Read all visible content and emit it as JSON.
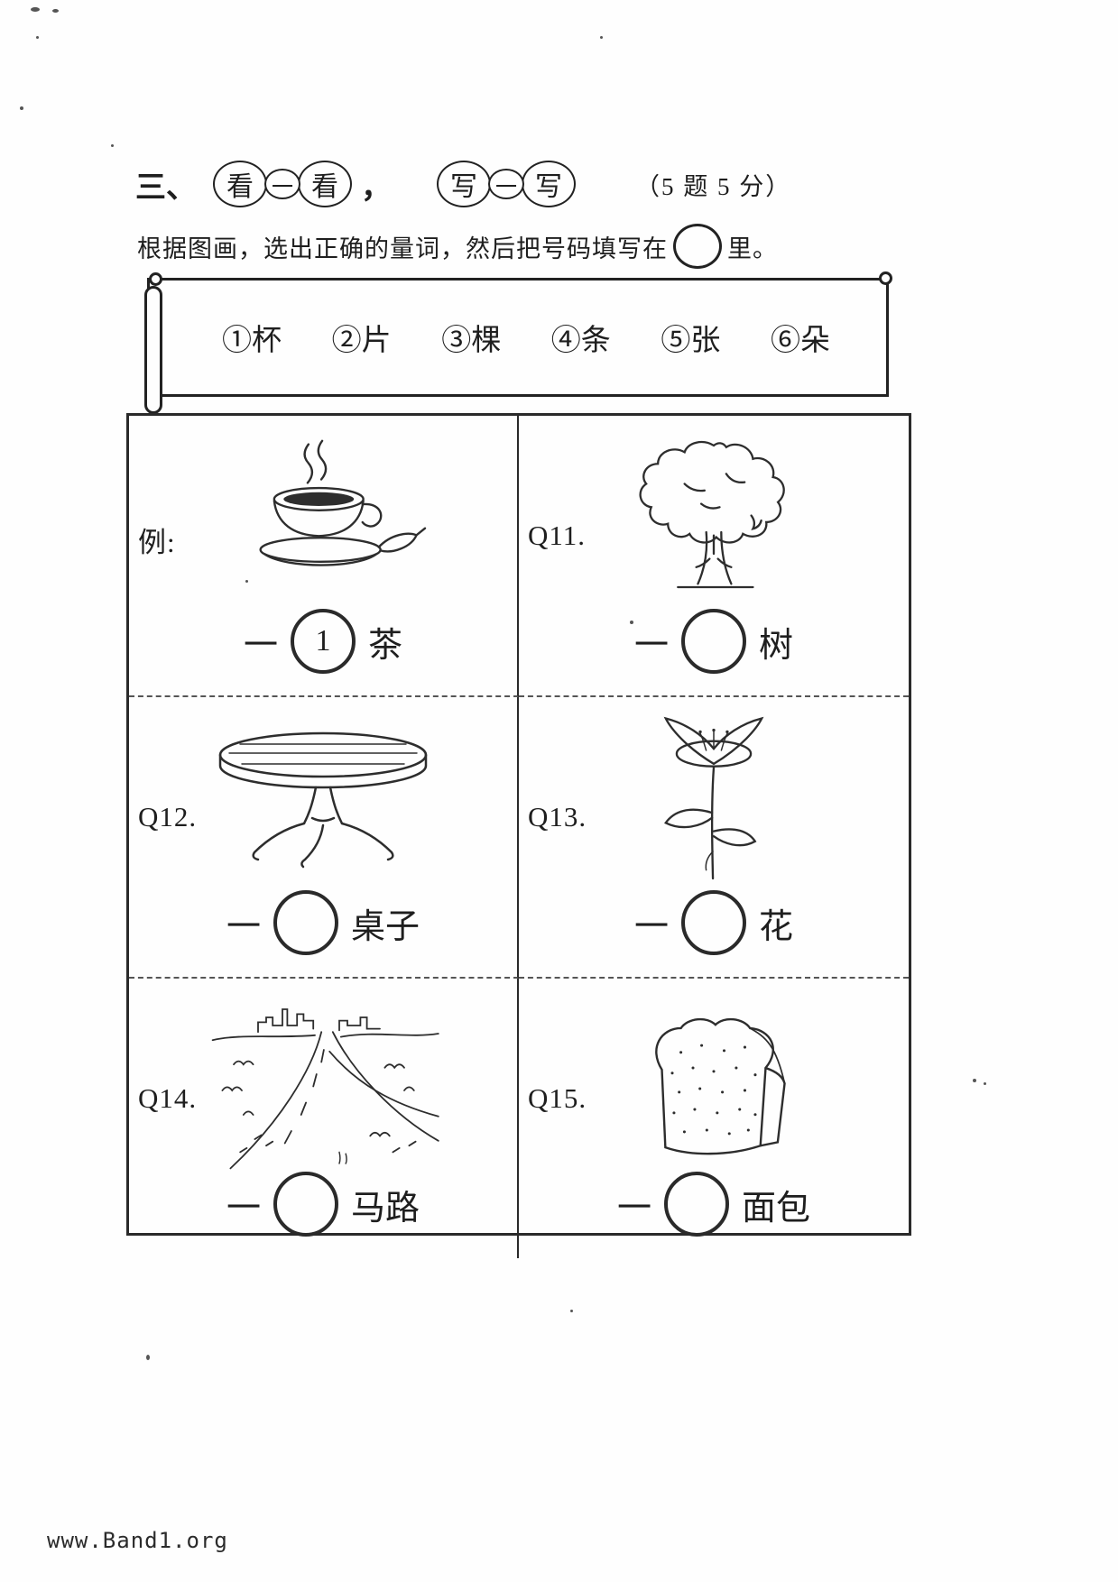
{
  "header": {
    "section_prefix": "三、",
    "title_group1": [
      "看",
      "一",
      "看"
    ],
    "comma": "，",
    "title_group2": [
      "写",
      "一",
      "写"
    ],
    "score_note": "（5 题 5 分）"
  },
  "instructions": {
    "before_circle": "根据图画，选出正确的量词，然后把号码填写在",
    "after_circle": "里。"
  },
  "word_bank": {
    "options": [
      {
        "label": "①杯"
      },
      {
        "label": "②片"
      },
      {
        "label": "③棵"
      },
      {
        "label": "④条"
      },
      {
        "label": "⑤张"
      },
      {
        "label": "⑥朵"
      }
    ]
  },
  "questions": [
    {
      "label": "例:",
      "image": "teacup",
      "measure_prefix": "一",
      "circle_value": "1",
      "noun": "茶"
    },
    {
      "label": "Q11.",
      "image": "tree",
      "measure_prefix": "一",
      "circle_value": "",
      "noun": "树"
    },
    {
      "label": "Q12.",
      "image": "table",
      "measure_prefix": "一",
      "circle_value": "",
      "noun": "桌子"
    },
    {
      "label": "Q13.",
      "image": "flower",
      "measure_prefix": "一",
      "circle_value": "",
      "noun": "花"
    },
    {
      "label": "Q14.",
      "image": "road",
      "measure_prefix": "一",
      "circle_value": "",
      "noun": "马路"
    },
    {
      "label": "Q15.",
      "image": "bread",
      "measure_prefix": "一",
      "circle_value": "",
      "noun": "面包"
    }
  ],
  "footer": {
    "url": "www.Band1.org"
  }
}
